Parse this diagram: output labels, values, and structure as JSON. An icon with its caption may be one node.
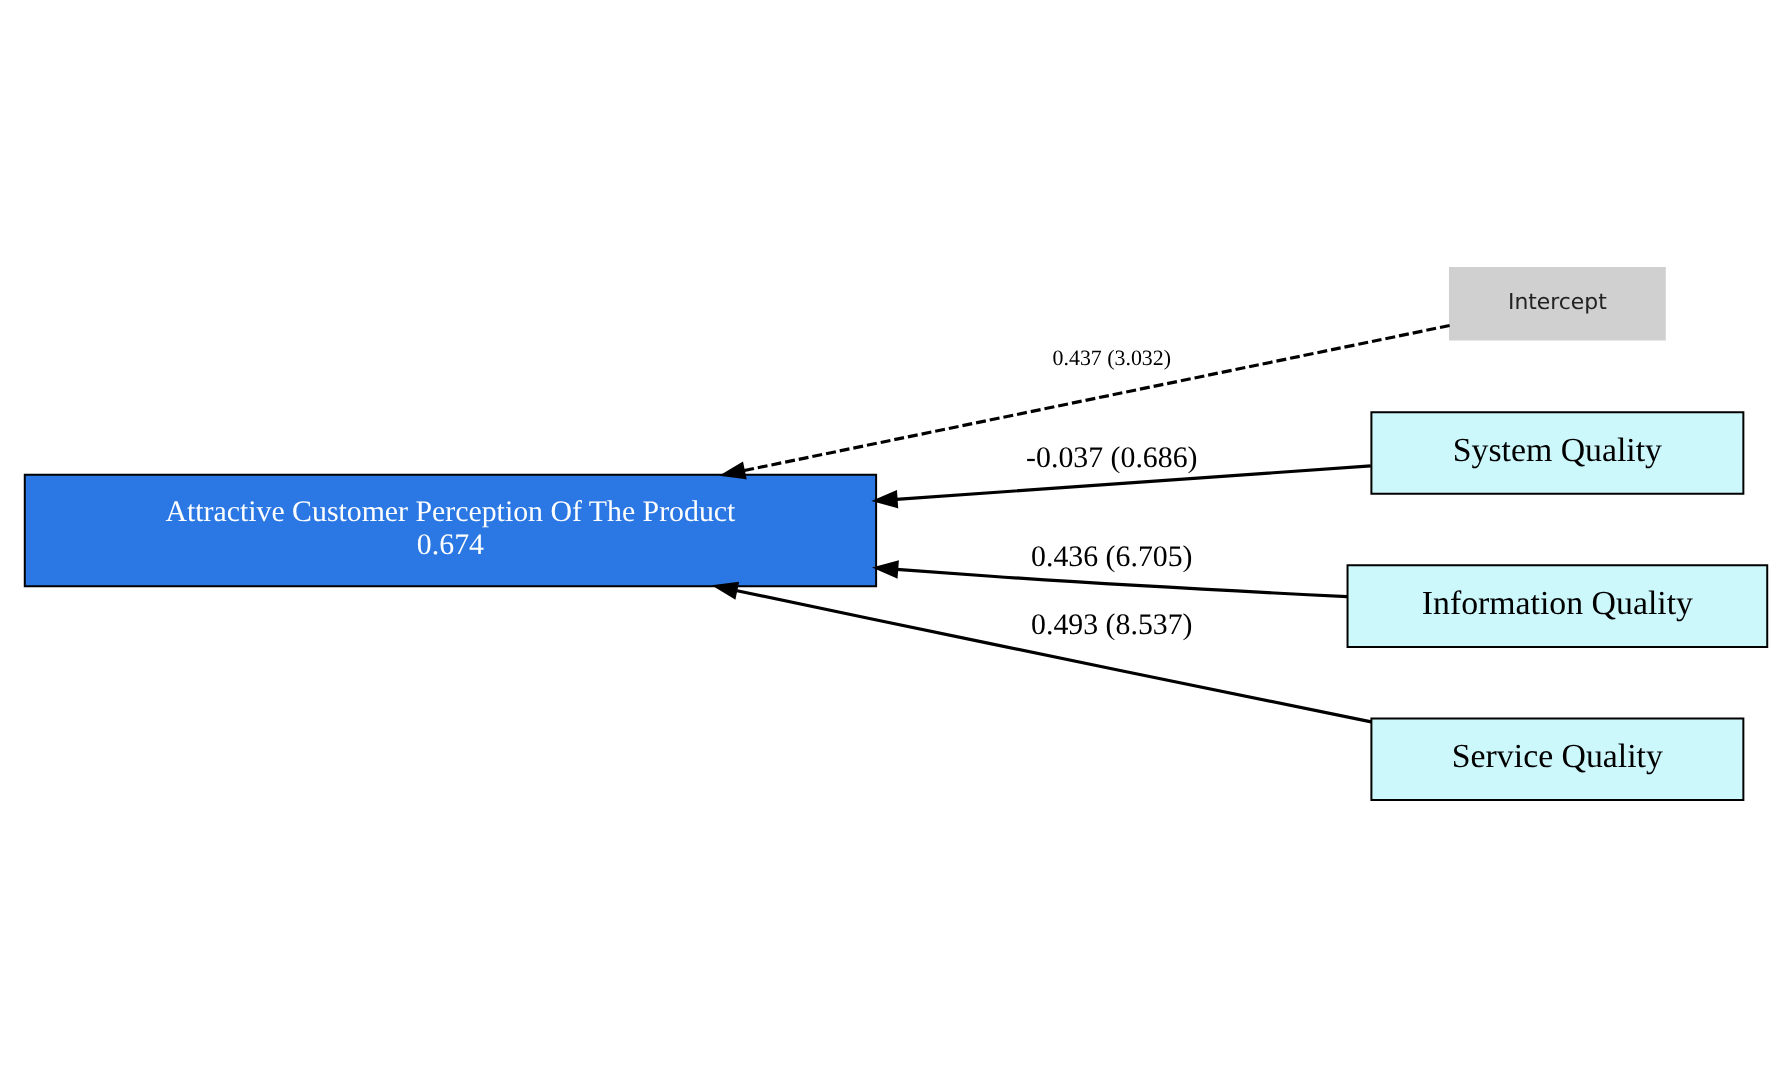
{
  "diagram": {
    "nodes": [
      {
        "text": [
          "Intercept"
        ]
      },
      {
        "text": [
          "Attractive Customer Perception Of The Product",
          "0.674"
        ]
      },
      {
        "text": [
          "System Quality"
        ]
      },
      {
        "text": [
          "Information Quality"
        ]
      },
      {
        "text": [
          "Service Quality"
        ]
      }
    ],
    "edges": [
      {
        "from": 0,
        "to": 1,
        "arrow": "to",
        "label": "0.437 (3.032)",
        "style": "dashed"
      },
      {
        "from": 2,
        "to": 1,
        "arrow": "to",
        "label": "-0.037 (0.686)"
      },
      {
        "from": 3,
        "to": 1,
        "arrow": "to",
        "label": "0.436 (6.705)"
      },
      {
        "from": 4,
        "to": 1,
        "arrow": "to",
        "label": "0.493 (8.537)"
      }
    ]
  }
}
